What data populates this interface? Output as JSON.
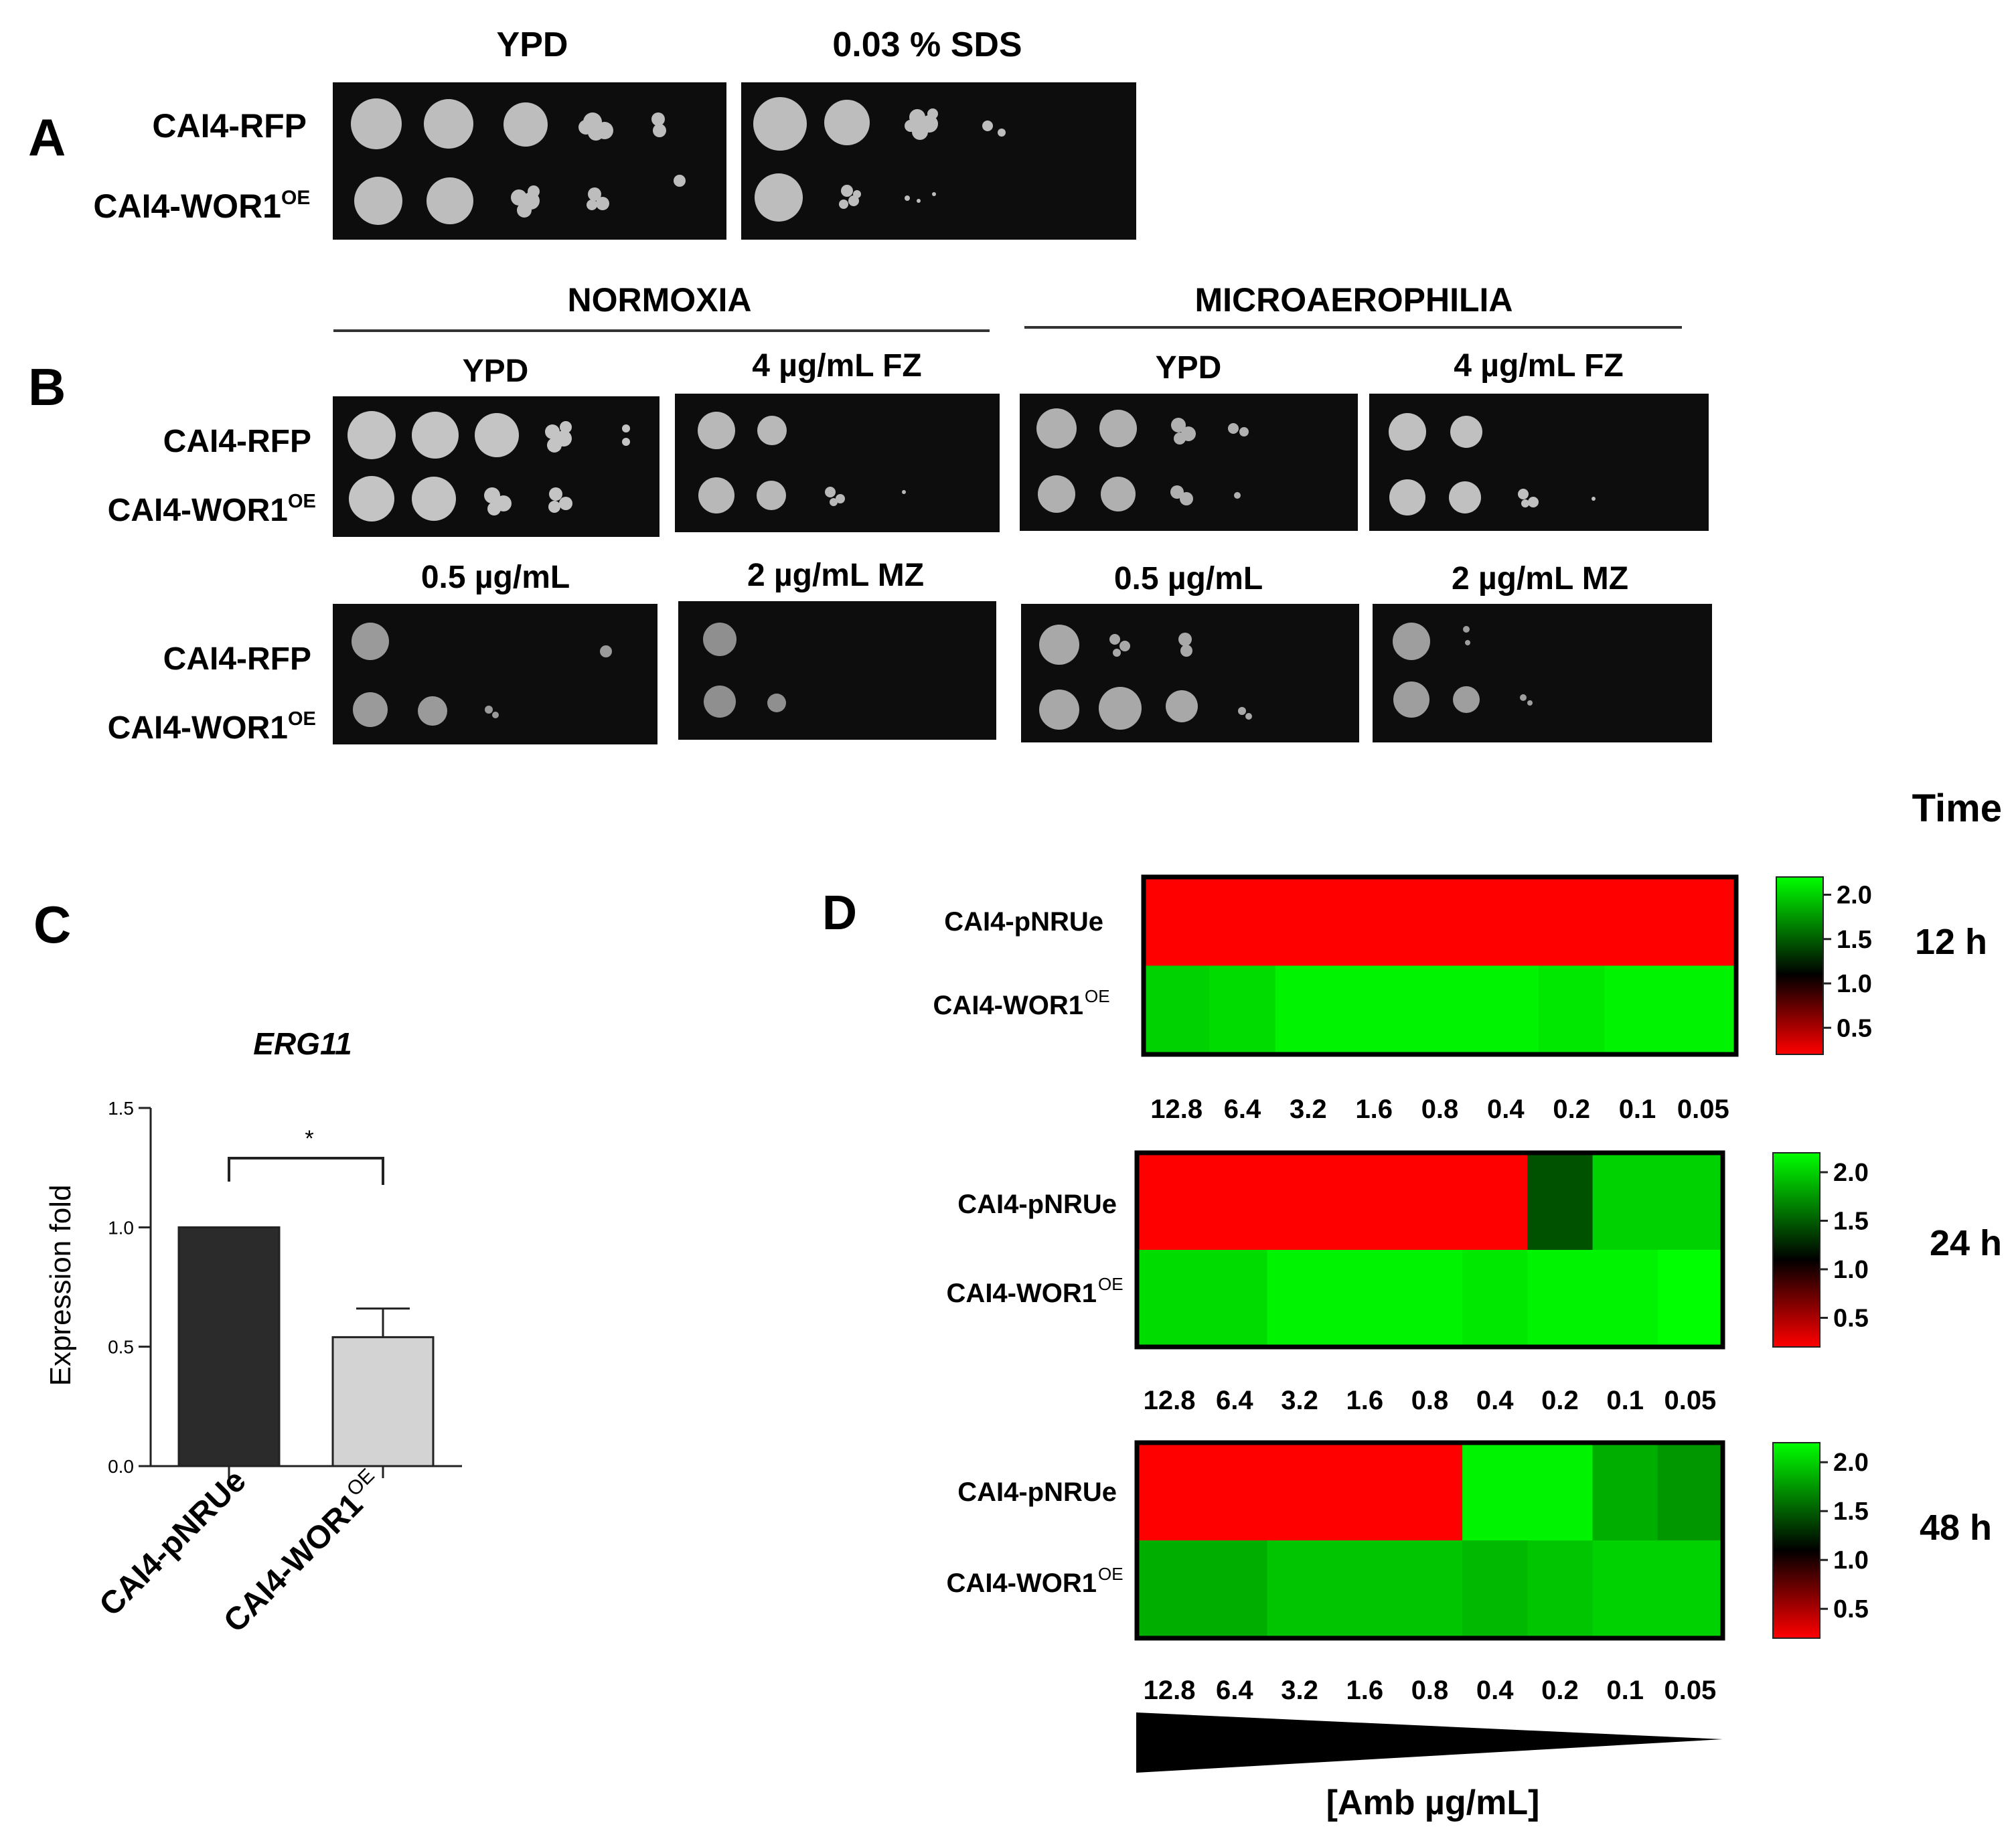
{
  "panel_a": {
    "letter": "A",
    "plate_titles": [
      "YPD",
      "0.03 % SDS"
    ],
    "strains": [
      "CAI4-RFP",
      "CAI4-WOR1"
    ],
    "strain_sup": "OE"
  },
  "panel_b": {
    "letter": "B",
    "condition_headers": [
      "NORMOXIA",
      "MICROAEROPHILIA"
    ],
    "row1_titles": [
      "YPD",
      "4 µg/mL FZ",
      "YPD",
      "4 µg/mL FZ"
    ],
    "row2_titles": [
      "0.5 µg/mL",
      "2 µg/mL MZ",
      "0.5 µg/mL",
      "2 µg/mL MZ"
    ],
    "strains": [
      "CAI4-RFP",
      "CAI4-WOR1"
    ],
    "strain_sup": "OE"
  },
  "panel_c": {
    "letter": "C",
    "significance": "*"
  },
  "panel_d": {
    "letter": "D",
    "time_header": "Time",
    "xlabel": "[Amb µg/mL]",
    "strains": [
      "CAI4-pNRUe",
      "CAI4-WOR1"
    ],
    "strain_sup": "OE"
  },
  "colors": {
    "heat_low": "#ff0000",
    "heat_mid": "#000000",
    "heat_high": "#00ff00",
    "bar_dark": "#2b2b2b",
    "bar_light": "#d3d3d3",
    "plate_bg": "#0d0d0d",
    "colony": "#bdbdbd"
  },
  "chart_data": [
    {
      "type": "bar",
      "title": "ERG11",
      "ylabel": "Expression fold",
      "categories": [
        "CAI4-pNRUe",
        "CAI4-WOR1"
      ],
      "category_sup": [
        "",
        "OE"
      ],
      "values": [
        1.0,
        0.54
      ],
      "error": [
        0,
        0.12
      ],
      "ylim": [
        0,
        1.5
      ],
      "yticks": [
        "0.0",
        "0.5",
        "1.0",
        "1.5"
      ]
    },
    {
      "type": "heatmap",
      "time": "12 h",
      "x": [
        "12.8",
        "6.4",
        "3.2",
        "1.6",
        "0.8",
        "0.4",
        "0.2",
        "0.1",
        "0.05"
      ],
      "rows": [
        "CAI4-pNRUe",
        "CAI4-WOR1"
      ],
      "values": [
        [
          0.1,
          0.1,
          0.1,
          0.1,
          0.1,
          0.1,
          0.1,
          0.1,
          0.1
        ],
        [
          2.0,
          2.05,
          2.15,
          2.15,
          2.15,
          2.15,
          2.1,
          2.15,
          2.15
        ]
      ],
      "colorbar_ticks": [
        "0.5",
        "1.0",
        "1.5",
        "2.0"
      ],
      "colorbar_range": [
        0.2,
        2.2
      ]
    },
    {
      "type": "heatmap",
      "time": "24 h",
      "x": [
        "12.8",
        "6.4",
        "3.2",
        "1.6",
        "0.8",
        "0.4",
        "0.2",
        "0.1",
        "0.05"
      ],
      "rows": [
        "CAI4-pNRUe",
        "CAI4-WOR1"
      ],
      "values": [
        [
          0.1,
          0.1,
          0.1,
          0.1,
          0.1,
          0.1,
          1.45,
          2.0,
          2.0
        ],
        [
          2.05,
          2.05,
          2.15,
          2.15,
          2.15,
          2.1,
          2.15,
          2.15,
          2.2
        ]
      ],
      "colorbar_ticks": [
        "0.5",
        "1.0",
        "1.5",
        "2.0"
      ],
      "colorbar_range": [
        0.2,
        2.2
      ]
    },
    {
      "type": "heatmap",
      "time": "48 h",
      "x": [
        "12.8",
        "6.4",
        "3.2",
        "1.6",
        "0.8",
        "0.4",
        "0.2",
        "0.1",
        "0.05"
      ],
      "rows": [
        "CAI4-pNRUe",
        "CAI4-WOR1"
      ],
      "values": [
        [
          0.1,
          0.1,
          0.1,
          0.1,
          0.1,
          2.15,
          2.15,
          1.85,
          1.75
        ],
        [
          1.85,
          1.85,
          1.95,
          1.95,
          1.95,
          1.9,
          1.95,
          2.0,
          2.0
        ]
      ],
      "colorbar_ticks": [
        "0.5",
        "1.0",
        "1.5",
        "2.0"
      ],
      "colorbar_range": [
        0.2,
        2.2
      ]
    }
  ]
}
